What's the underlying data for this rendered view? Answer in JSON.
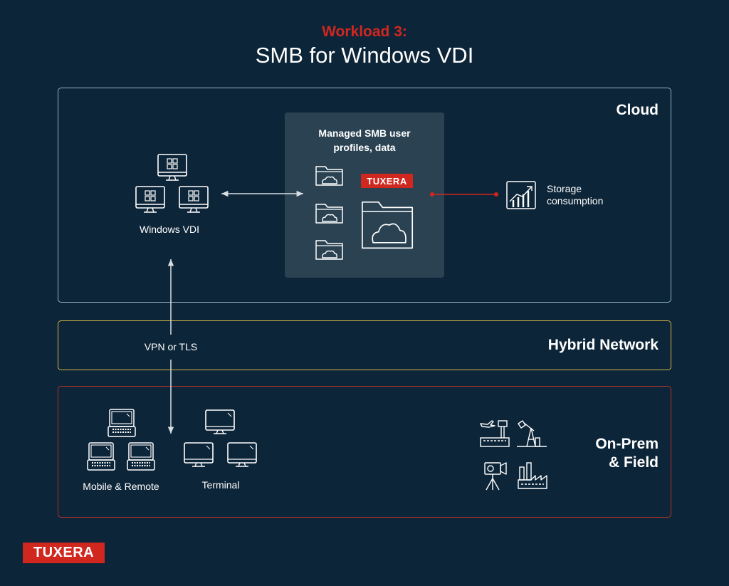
{
  "title": {
    "kicker": "Workload 3:",
    "main": "SMB for Windows VDI"
  },
  "zones": {
    "cloud": "Cloud",
    "hybrid": "Hybrid Network",
    "onprem_line1": "On-Prem",
    "onprem_line2": "& Field"
  },
  "managed": {
    "line1": "Managed SMB user",
    "line2": "profiles, data",
    "brand": "TUXERA"
  },
  "labels": {
    "windows_vdi": "Windows VDI",
    "vpn": "VPN or TLS",
    "storage_line1": "Storage",
    "storage_line2": "consumption",
    "mobile": "Mobile & Remote",
    "terminal": "Terminal"
  },
  "footer_brand": "TUXERA",
  "colors": {
    "background": "#0d2538",
    "accent_red": "#d0271f",
    "cloud_border": "#8fb4c4",
    "hybrid_border": "#d8b447",
    "onprem_border": "#b5322c",
    "panel": "#2a4252"
  },
  "icons": [
    "windows-desktop-icon",
    "cloud-folder-icon",
    "growth-chart-icon",
    "laptop-icon",
    "monitor-icon",
    "airport-icon",
    "oil-pump-icon",
    "camera-tripod-icon",
    "factory-icon"
  ]
}
